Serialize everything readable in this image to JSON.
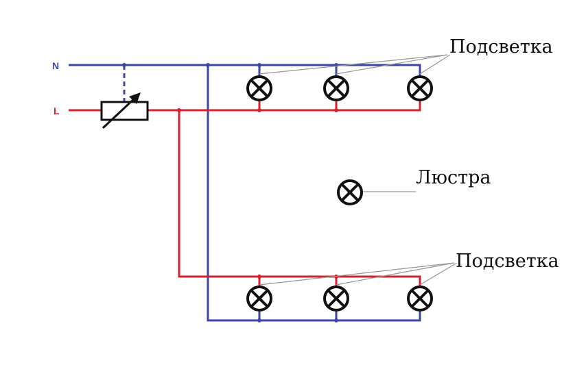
{
  "lines": {
    "neutral": {
      "label": "N",
      "color": "#3b46a8"
    },
    "live": {
      "label": "L",
      "color": "#d6202e"
    }
  },
  "dimmer": {
    "icon": "variable-resistor-icon"
  },
  "labels": {
    "top_group": "Подсветка",
    "chandelier": "Люстра",
    "bottom_group": "Подсветка"
  },
  "lamps": {
    "icon": "lamp-icon",
    "top_group_count": 3,
    "bottom_group_count": 3,
    "chandelier_count": 1
  },
  "colors": {
    "lamp_outline": "#111111",
    "leader_line": "#9a9a9a"
  }
}
